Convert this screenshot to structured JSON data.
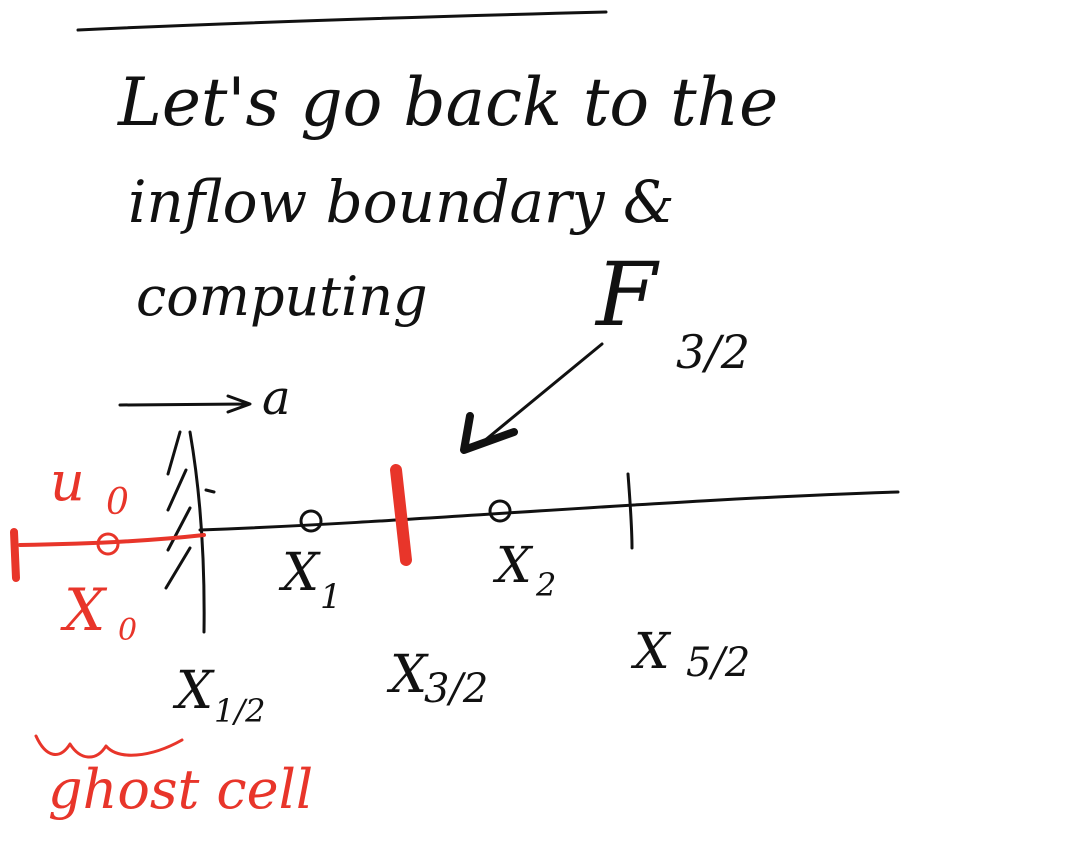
{
  "note": {
    "line1": "Let's go back to the",
    "line2": "inflow boundary &",
    "line3_word": "computing",
    "flux": {
      "base": "F",
      "sub": "3/2"
    },
    "advection": "a",
    "ghost_value": {
      "base": "u",
      "sub": "0"
    },
    "ghost_point": {
      "base": "X",
      "sub": "0"
    },
    "ghost_label": "ghost cell",
    "points": [
      {
        "base": "X",
        "sub": "1"
      },
      {
        "base": "X",
        "sub": "2"
      }
    ],
    "interfaces": [
      {
        "base": "X",
        "sub": "1/2"
      },
      {
        "base": "X",
        "sub": "3/2"
      },
      {
        "base": "X",
        "sub": "5/2"
      }
    ]
  },
  "colors": {
    "ink": "#111111",
    "highlight": "#e8352a"
  }
}
